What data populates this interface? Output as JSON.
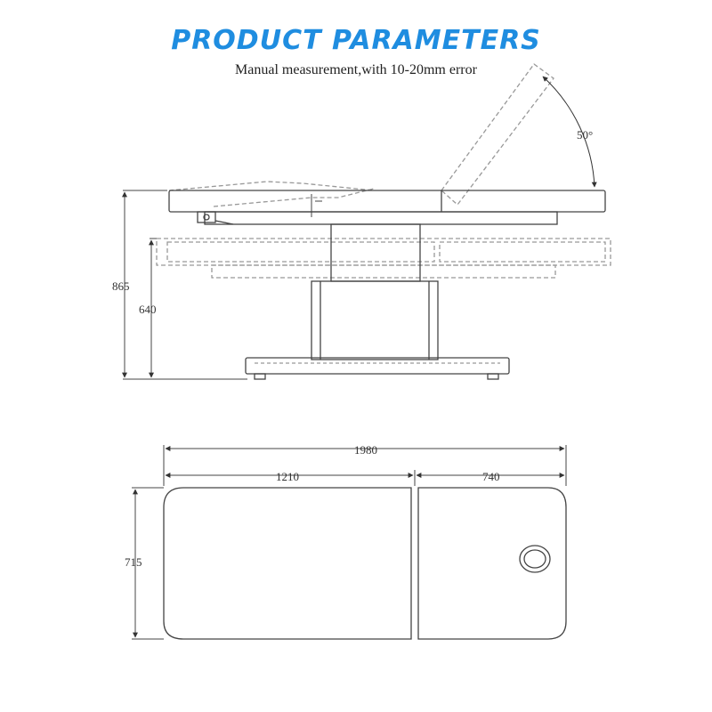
{
  "header": {
    "title": "PRODUCT PARAMETERS",
    "subtitle": "Manual measurement,with 10-20mm error"
  },
  "side_view": {
    "angle_label": "50°",
    "height_max_label": "865",
    "height_min_label": "640"
  },
  "top_view": {
    "length_total_label": "1980",
    "length_body_label": "1210",
    "length_head_label": "740",
    "width_label": "715"
  },
  "colors": {
    "title": "#1f8de0",
    "line": "#444444",
    "dashed": "#999999"
  }
}
